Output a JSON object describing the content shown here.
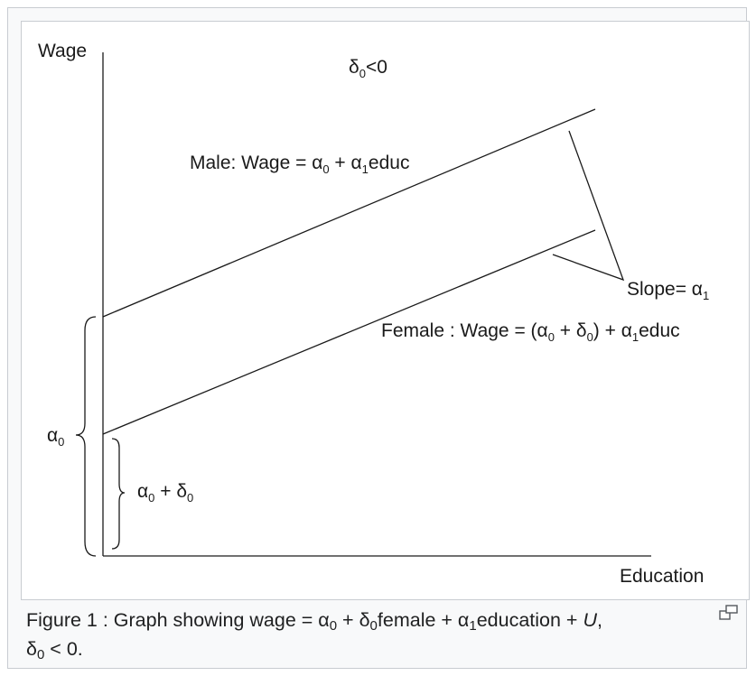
{
  "figure": {
    "y_axis_label": "Wage",
    "x_axis_label": "Education",
    "condition": {
      "prefix": "δ",
      "sub": "0",
      "suffix": "<0"
    },
    "male_line": {
      "text_pre": "Male: Wage = α",
      "sub1": "0",
      "mid": "+ α",
      "sub2": "1",
      "suffix": "educ"
    },
    "female_line": {
      "text_pre": "Female : Wage = (α",
      "sub1": "0",
      "mid1": "+ δ",
      "sub2": "0",
      "mid2": ") + α",
      "sub3": "1",
      "suffix": "educ"
    },
    "slope": {
      "prefix": "Slope= α",
      "sub": "1"
    },
    "alpha0_brace": {
      "prefix": "α",
      "sub": "0"
    },
    "alpha0_delta0_brace": {
      "prefix": "α",
      "sub1": "0",
      "mid": "+ δ",
      "sub2": "0"
    }
  },
  "caption": {
    "p1": "Figure 1 : Graph showing wage = α",
    "s1": "0",
    "p2": " + δ",
    "s2": "0",
    "p3": "female + α",
    "s3": "1",
    "p4": "education + ",
    "italic": "U",
    "p5": ",",
    "line2_prefix": "δ",
    "line2_sub": "0",
    "line2_suffix": " < 0."
  },
  "icons": {
    "enlarge": "magnify-clip-icon"
  }
}
